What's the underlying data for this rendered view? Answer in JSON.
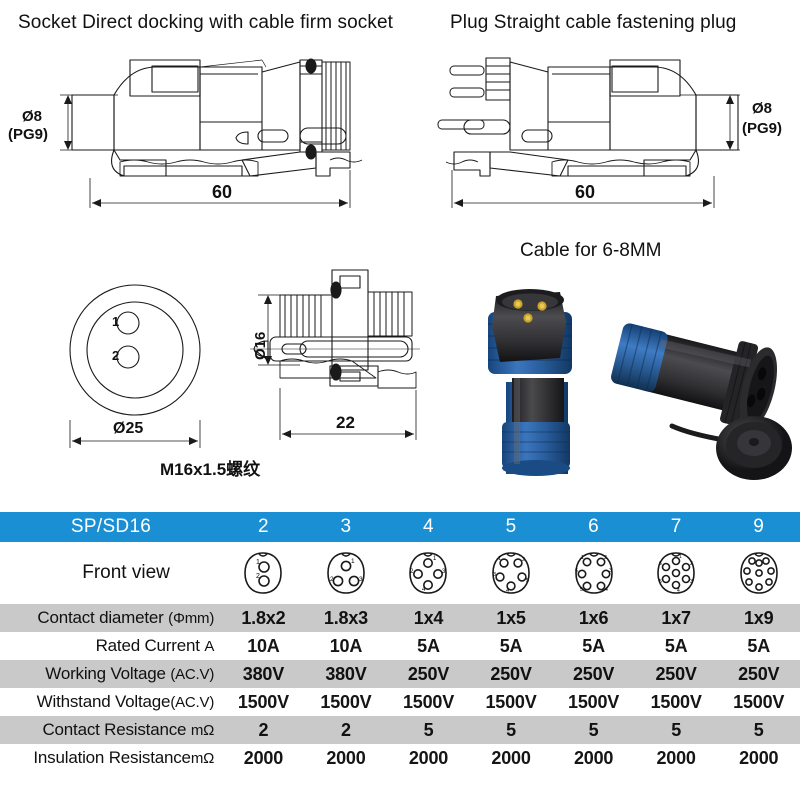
{
  "headings": {
    "socket": "Socket  Direct docking with cable firm socket",
    "plug": "Plug  Straight cable fastening plug"
  },
  "captions": {
    "cable": "Cable for 6-8MM",
    "thread": "M16x1.5螺纹"
  },
  "dimensions": {
    "socket_cable_dia": "Ø8",
    "socket_cable_pg": "(PG9)",
    "socket_length": "60",
    "plug_cable_dia": "Ø8",
    "plug_cable_pg": "(PG9)",
    "plug_length": "60",
    "front_outer_dia": "Ø25",
    "section_dia": "Ø16",
    "section_length": "22",
    "pin1": "1",
    "pin2": "2"
  },
  "table": {
    "model_label": "SP/SD16",
    "pin_counts": [
      "2",
      "3",
      "4",
      "5",
      "6",
      "7",
      "9"
    ],
    "front_view_label": "Front view",
    "rows": [
      {
        "label": "Contact diameter",
        "unit": "(Φmm)",
        "values": [
          "1.8x2",
          "1.8x3",
          "1x4",
          "1x5",
          "1x6",
          "1x7",
          "1x9"
        ]
      },
      {
        "label": "Rated Current",
        "unit": "A",
        "values": [
          "10A",
          "10A",
          "5A",
          "5A",
          "5A",
          "5A",
          "5A"
        ]
      },
      {
        "label": "Working Voltage",
        "unit": "(AC.V)",
        "values": [
          "380V",
          "380V",
          "250V",
          "250V",
          "250V",
          "250V",
          "250V"
        ]
      },
      {
        "label": "Withstand Voltage",
        "unit": "(AC.V)",
        "values": [
          "1500V",
          "1500V",
          "1500V",
          "1500V",
          "1500V",
          "1500V",
          "1500V"
        ]
      },
      {
        "label": "Contact Resistance",
        "unit": "mΩ",
        "values": [
          "2",
          "2",
          "5",
          "5",
          "5",
          "5",
          "5"
        ]
      },
      {
        "label": "Insulation Resistance",
        "unit": "mΩ",
        "values": [
          "2000",
          "2000",
          "2000",
          "2000",
          "2000",
          "2000",
          "2000"
        ]
      }
    ]
  },
  "colors": {
    "header_blue": "#1b8fd4",
    "row_shaded": "#c9c9c9",
    "row_plain": "#ffffff",
    "line": "#1a1a1a",
    "connector_blue": "#2b5f9e",
    "connector_body": "#2e2e30",
    "pin_gold": "#c8a227"
  },
  "photos": {
    "plug_alt": "male plug connector blue and black with three gold pins",
    "socket_alt": "female socket connector black with blue ring and dust cap"
  }
}
